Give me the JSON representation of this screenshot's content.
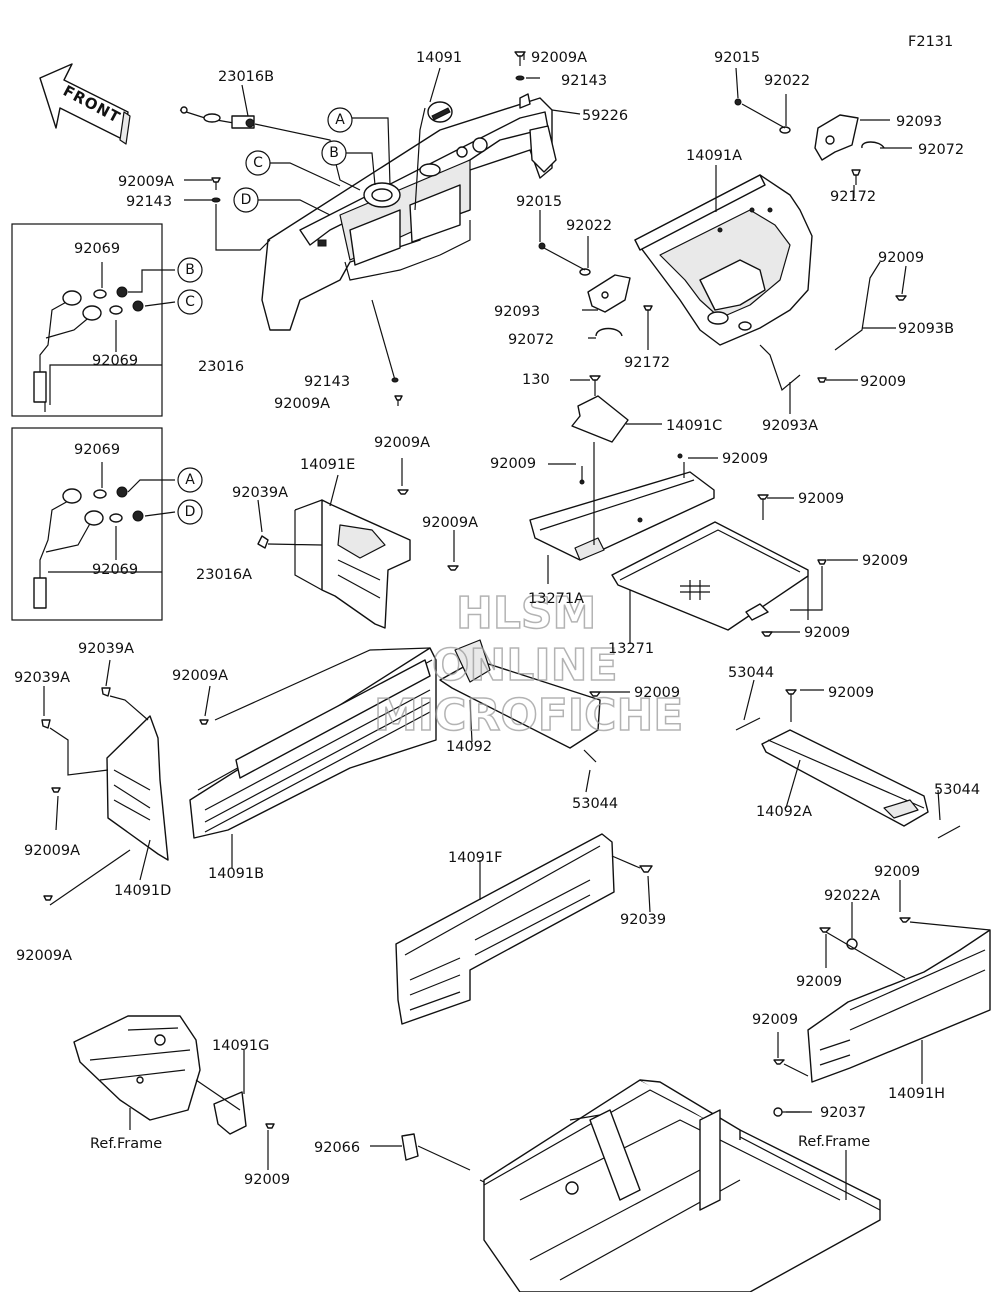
{
  "diagram_code": "F2131",
  "front_label": "FRONT",
  "watermark": [
    "HLSM",
    "ONLINE",
    "MICROFICHE"
  ],
  "ref_frame_label": "Ref.Frame",
  "callouts": [
    "A",
    "B",
    "C",
    "D"
  ],
  "part_labels": [
    "23016B",
    "14091",
    "92009A",
    "92143",
    "59226",
    "92015",
    "92022",
    "92093",
    "92072",
    "14091A",
    "92172",
    "92009A",
    "92143",
    "92069",
    "92069",
    "23016",
    "92015",
    "92022",
    "92009",
    "92093",
    "92093B",
    "92072",
    "92172",
    "92143",
    "92009A",
    "92009",
    "92093A",
    "130",
    "14091C",
    "92069",
    "92069",
    "23016A",
    "92009A",
    "14091E",
    "92039A",
    "92009A",
    "92009",
    "92009",
    "92009",
    "92009",
    "13271A",
    "13271",
    "92009",
    "92039A",
    "92039A",
    "92009A",
    "92009",
    "53044",
    "92009",
    "14092",
    "53044",
    "92009A",
    "14091D",
    "14091B",
    "14092A",
    "53044",
    "92009A",
    "14091F",
    "92039",
    "92009",
    "92022A",
    "92009",
    "92009",
    "14091H",
    "14091G",
    "92037",
    "Ref.Frame",
    "92066",
    "Ref.Frame",
    "92009"
  ]
}
